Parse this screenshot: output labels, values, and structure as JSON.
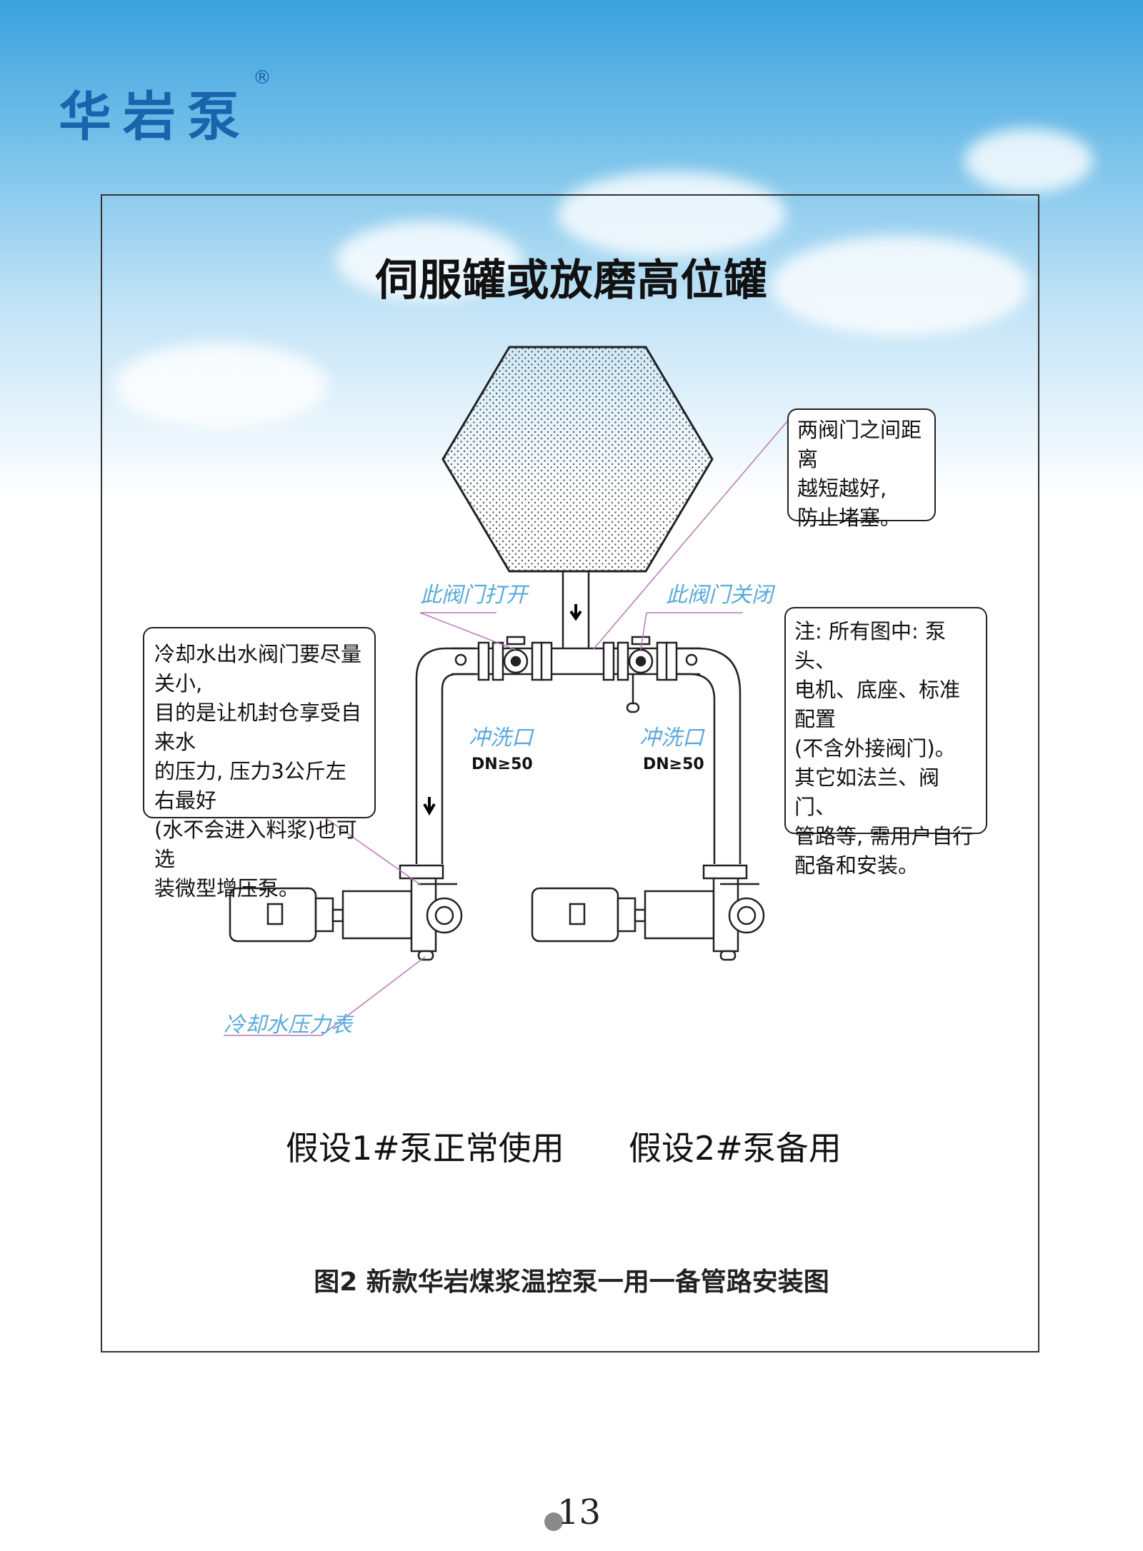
{
  "brand": {
    "name": "华岩泵",
    "reg": "®"
  },
  "title": "伺服罐或放磨高位罐",
  "notes": {
    "valve_distance": "两阀门之间距离\n越短越好,\n防止堵塞。",
    "cooling_water": "冷却水出水阀门要尽量关小,\n目的是让机封仓享受自来水\n的压力, 压力3公斤左右最好\n(水不会进入料浆)也可选\n装微型增压泵。",
    "all_diagrams": "注: 所有图中: 泵头、\n电机、底座、标准配置\n(不含外接阀门)。\n其它如法兰、阀门、\n管路等, 需用户自行\n配备和安装。"
  },
  "labels": {
    "valve_open": "此阀门打开",
    "valve_closed": "此阀门关闭",
    "flush_left": "冲洗口",
    "flush_right": "冲洗口",
    "dn_left": "DN≥50",
    "dn_right": "DN≥50",
    "pressure_gauge": "冷却水压力表"
  },
  "assumptions": {
    "pump1": "假设1#泵正常使用",
    "pump2": "假设2#泵备用"
  },
  "caption": "图2  新款华岩煤浆温控泵一用一备管路安装图",
  "page_number": "13",
  "colors": {
    "brand": "#1a63ad",
    "label_blue": "#5aa9dc",
    "line": "#222222"
  }
}
